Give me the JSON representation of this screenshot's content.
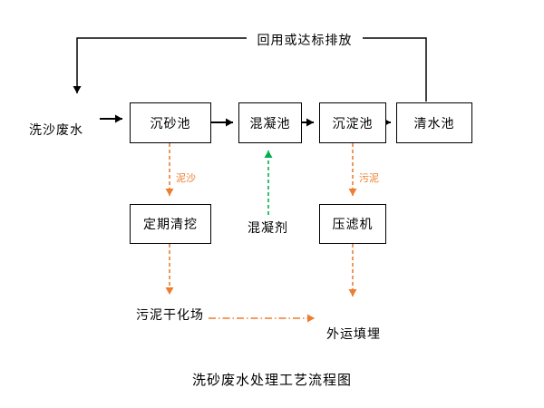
{
  "diagram": {
    "title": "洗砂废水处理工艺流程图",
    "feedback_label": "回用或达标排放",
    "input_label": "洗沙废水",
    "nodes": [
      {
        "id": "grit-chamber",
        "label": "沉砂池"
      },
      {
        "id": "coagulation-tank",
        "label": "混凝池"
      },
      {
        "id": "sedimentation-tank",
        "label": "沉淀池"
      },
      {
        "id": "clean-water-tank",
        "label": "清水池"
      },
      {
        "id": "periodic-dredging",
        "label": "定期清挖"
      },
      {
        "id": "filter-press",
        "label": "压滤机"
      }
    ],
    "edge_labels": {
      "sediment": "泥沙",
      "sludge": "污泥",
      "coagulant": "混凝剂"
    },
    "terminals": {
      "sludge_drying_field": "污泥干化场",
      "offsite_landfill": "外运填埋"
    },
    "colors": {
      "flow_line": "#000000",
      "sludge_line": "#ED7D31",
      "coagulant_line": "#00B050"
    }
  }
}
